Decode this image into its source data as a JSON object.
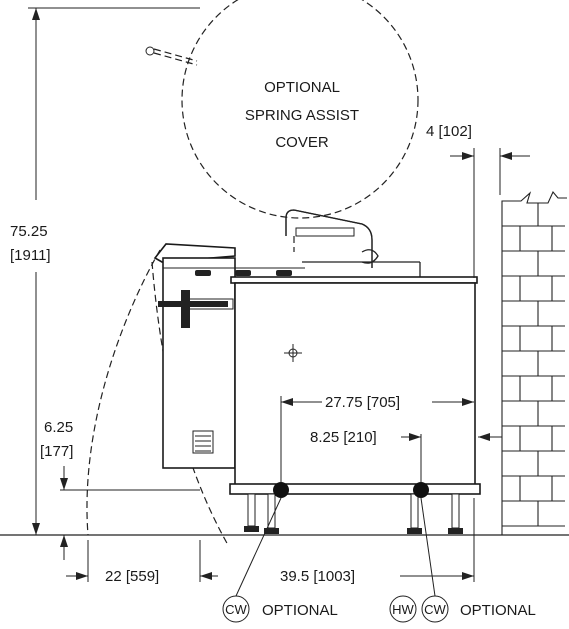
{
  "dimensions": {
    "height_in": "75.25",
    "height_mm": "[1911]",
    "clearance_in": "6.25",
    "clearance_mm": "[177]",
    "rear_gap": "4 [102]",
    "drain_offset": "27.75 [705]",
    "inlet_spacing": "8.25 [210]",
    "front_reach": "22 [559]",
    "overall_depth": "39.5 [1003]"
  },
  "cover_label": {
    "line1": "OPTIONAL",
    "line2": "SPRING ASSIST",
    "line3": "COVER"
  },
  "callouts": {
    "cw": "CW",
    "hw": "HW",
    "cw2": "CW",
    "optional_left": "OPTIONAL",
    "optional_right": "OPTIONAL"
  }
}
